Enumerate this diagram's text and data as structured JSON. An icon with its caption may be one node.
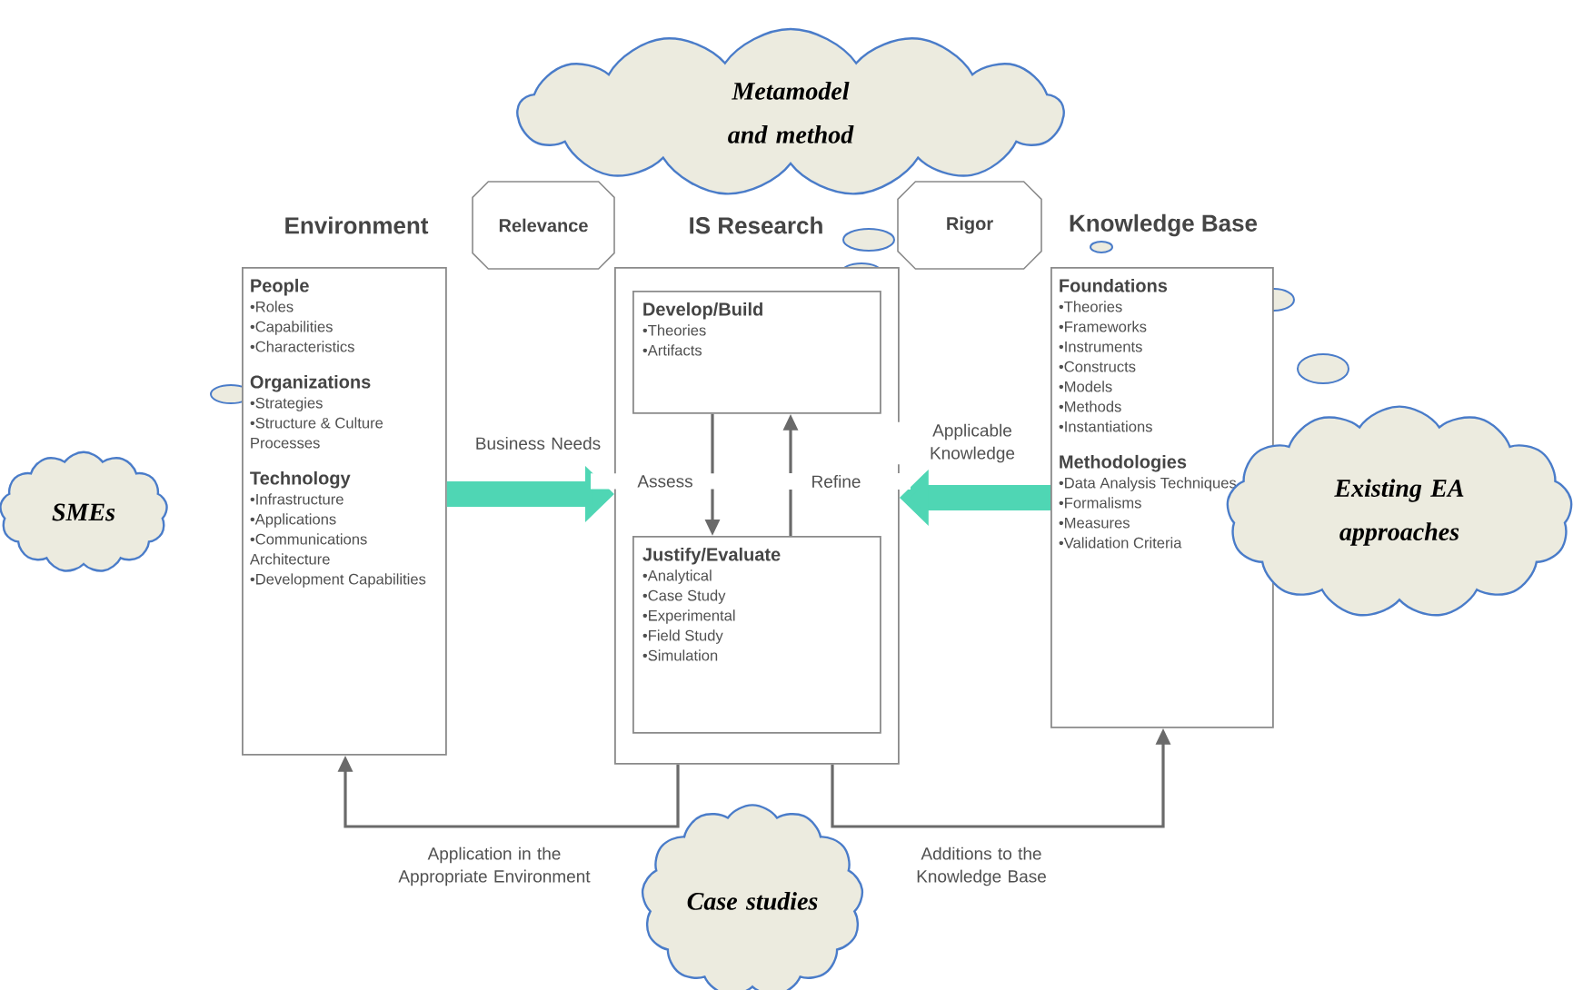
{
  "diagram": {
    "nodes": [
      {
        "text": [
          "Environment",
          "People",
          "•Roles",
          "•Capabilities",
          "•Characteristics",
          "Organizations",
          "•Strategies",
          "•Structure & Culture Processes",
          "Technology",
          "•Infrastructure",
          "•Applications",
          "•Communications Architecture",
          "•Development Capabilities"
        ]
      },
      {
        "text": [
          "Relevance"
        ]
      },
      {
        "text": [
          "IS Research"
        ]
      },
      {
        "text": [
          "Develop/Build",
          "•Theories",
          "•Artifacts"
        ],
        "in": 2
      },
      {
        "text": [
          "Justify/Evaluate",
          "•Analytical",
          "•Case Study",
          "•Experimental",
          "•Field Study",
          "•Simulation"
        ],
        "in": 2
      },
      {
        "text": [
          "Rigor"
        ]
      },
      {
        "text": [
          "Knowledge Base",
          "Foundations",
          "•Theories",
          "•Frameworks",
          "•Instruments",
          "•Constructs",
          "•Models",
          "•Methods",
          "•Instantiations",
          "Methodologies",
          "•Data Analysis Techniques",
          "•Formalisms",
          "•Measures",
          "•Validation Criteria"
        ]
      },
      {
        "text": [
          "Metamodel and method"
        ]
      },
      {
        "text": [
          "SMEs"
        ]
      },
      {
        "text": [
          "Existing EA approaches"
        ]
      },
      {
        "text": [
          "Case studies"
        ]
      }
    ],
    "edges": [
      {
        "from": 0,
        "to": 2,
        "arrow": "to",
        "label": "Business Needs",
        "style": "thick",
        "color": "#4fd6b4"
      },
      {
        "from": 6,
        "to": 2,
        "arrow": "to",
        "label": "Applicable Knowledge",
        "style": "thick",
        "color": "#4fd6b4"
      },
      {
        "from": 3,
        "to": 4,
        "arrow": "to",
        "label": "Assess"
      },
      {
        "from": 4,
        "to": 3,
        "arrow": "to",
        "label": "Refine"
      },
      {
        "from": 2,
        "to": 0,
        "arrow": "to",
        "label": "Application in the Appropriate Environment"
      },
      {
        "from": 2,
        "to": 6,
        "arrow": "to",
        "label": "Additions to the Knowledge Base"
      }
    ]
  }
}
